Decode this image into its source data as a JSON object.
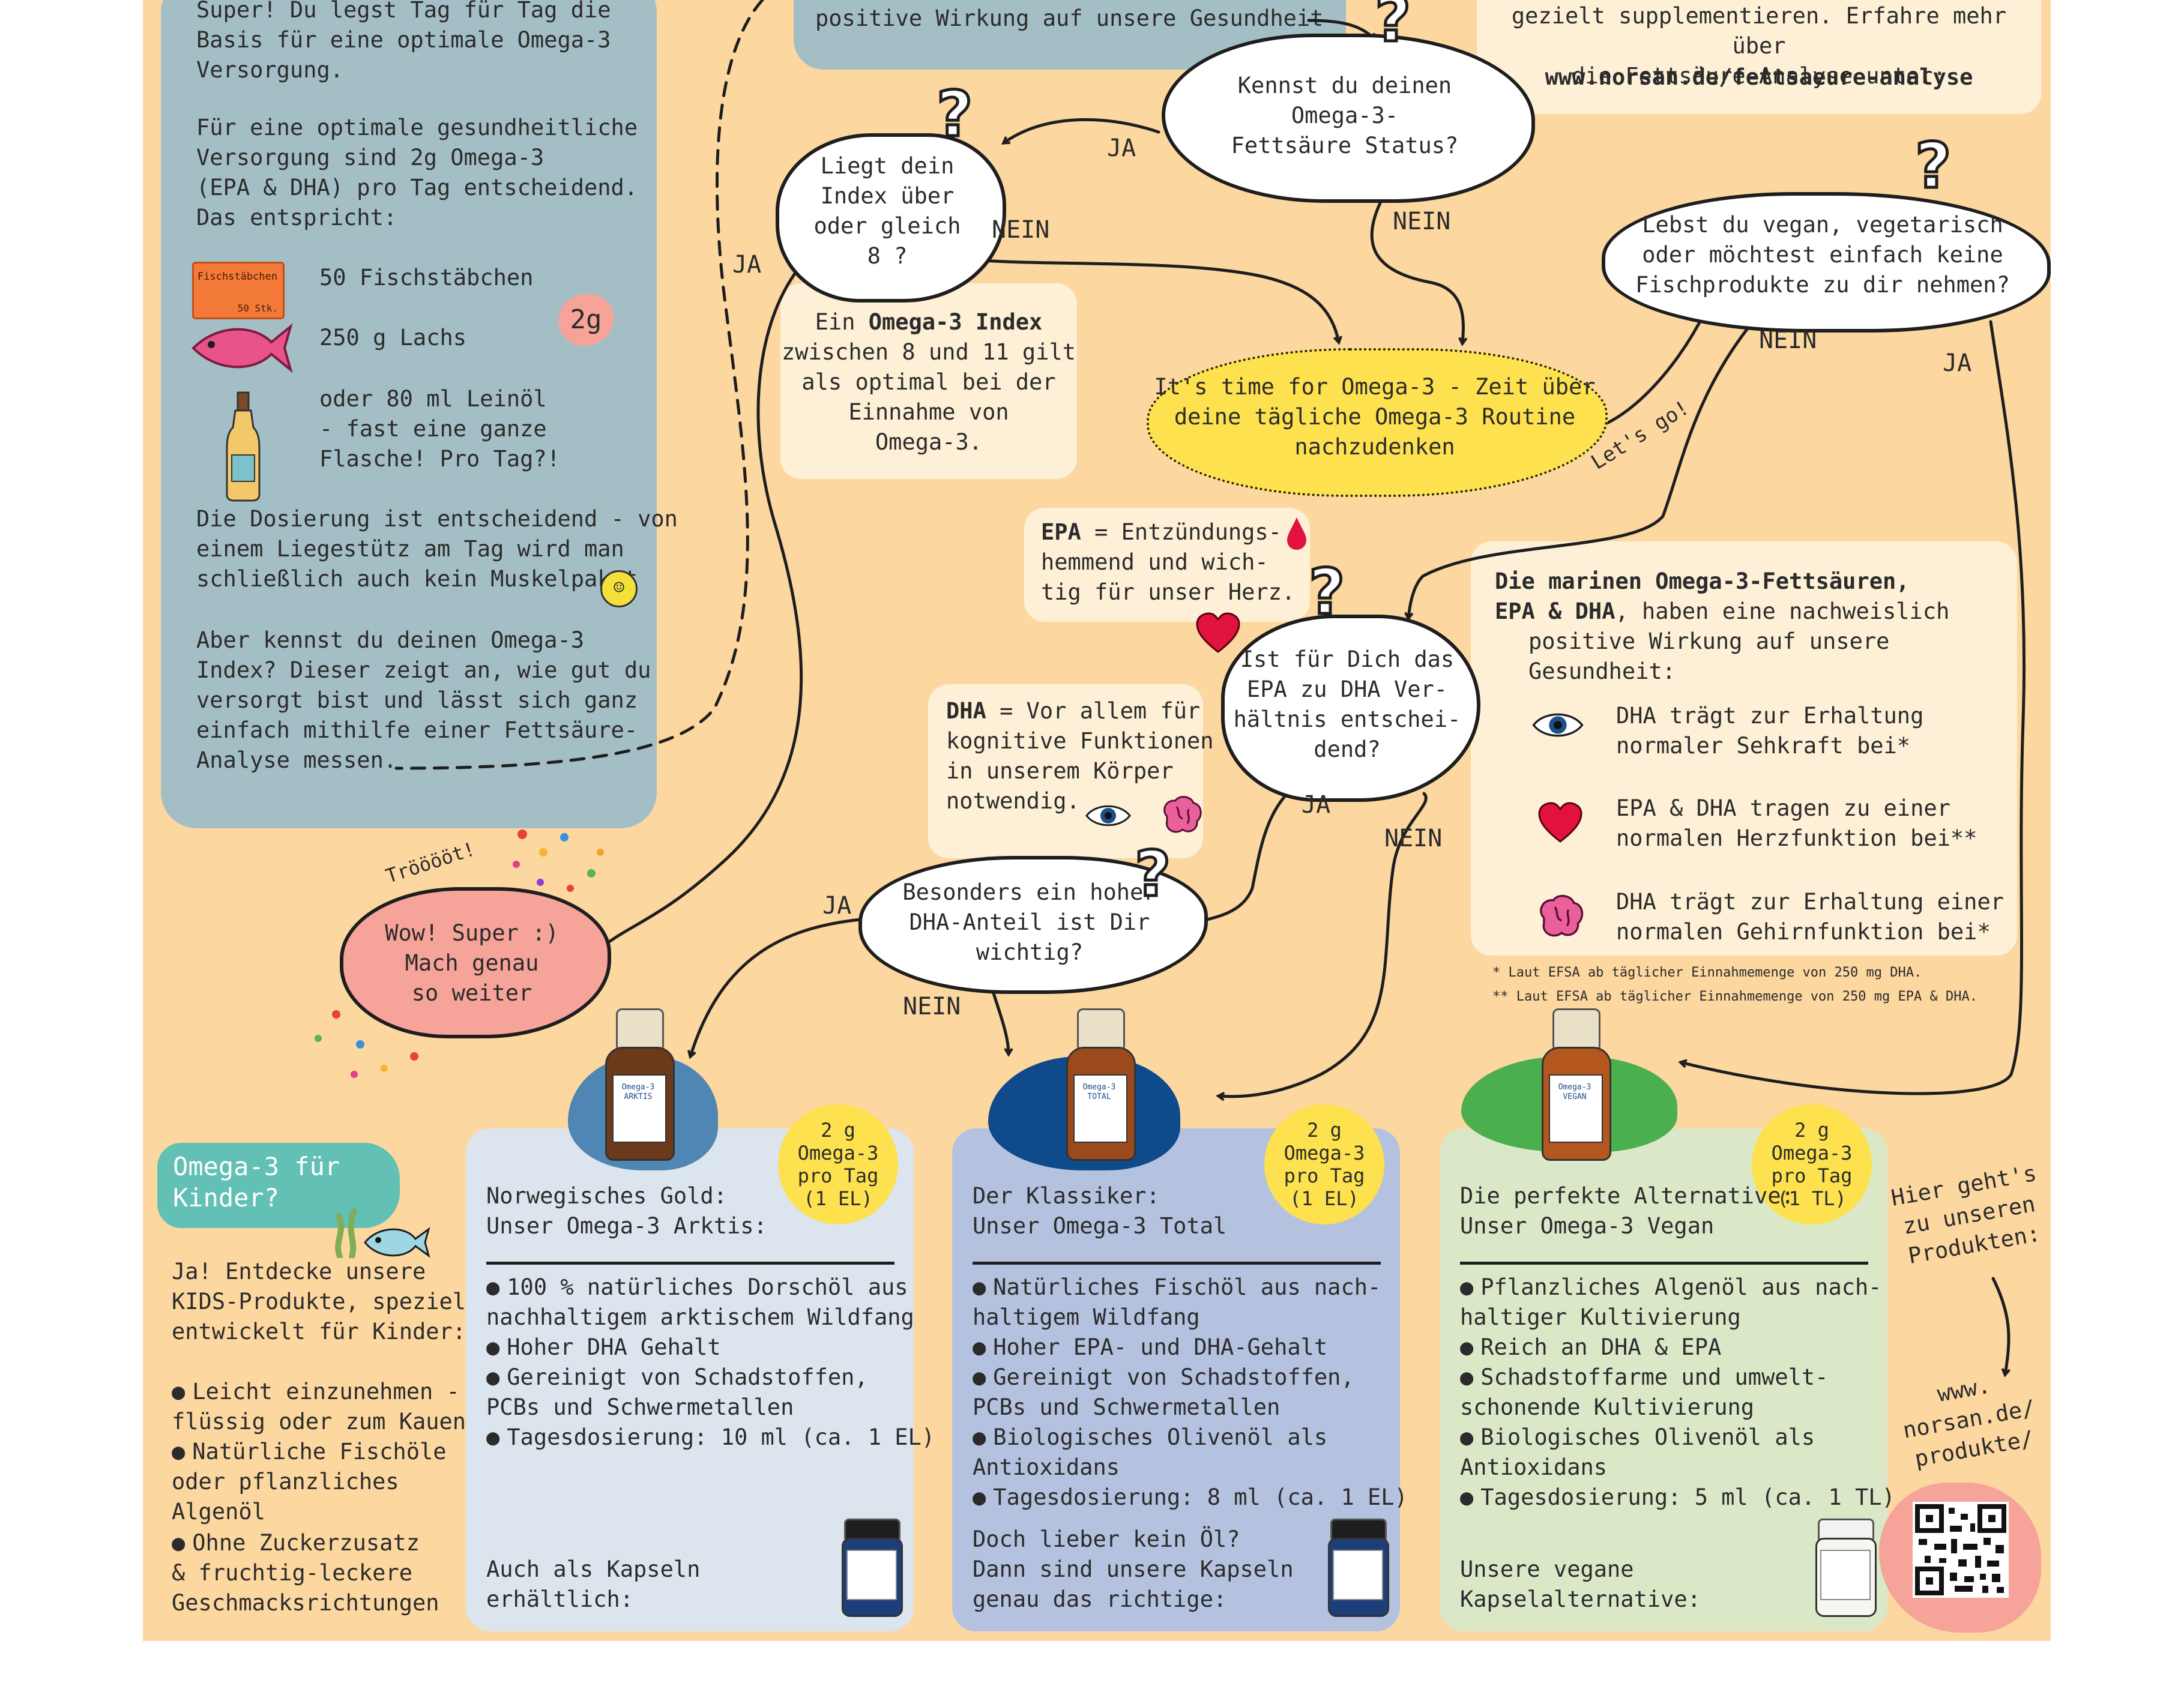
{
  "left_panel": {
    "intro": "Super! Du legst Tag für Tag die\nBasis für eine optimale Omega-3\nVersorgung.",
    "optimal": "Für eine optimale gesundheitliche\nVersorgung sind 2g Omega-3\n(EPA & DHA) pro Tag entscheidend.\nDas entspricht:",
    "fishsticks_box": "Fischstäbchen",
    "fishsticks_count": "50 Stk.",
    "fishsticks": "50 Fischstäbchen",
    "salmon": "250 g Lachs",
    "linseed": "oder 80 ml Leinöl\n- fast eine ganze\nFlasche! Pro Tag?!",
    "badge_2g": "2g",
    "dosage": "Die Dosierung ist entscheidend - von\neinem Liegestütz am Tag wird man\nschließlich auch kein Muskelpaket",
    "index": "Aber kennst du deinen Omega-3\nIndex? Dieser zeigt an, wie gut du\nversorgt bist und lässt sich ganz\neinfach mithilfe einer Fettsäure-\nAnalyse messen."
  },
  "top_blue_box": "positive Wirkung auf unsere Gesundheit",
  "top_right_box": {
    "text": "gezielt supplementieren. Erfahre mehr über\ndie Fettsäure-Analyse unter:",
    "url": "www.norsan.de/fettsaeure-analyse"
  },
  "bubbles": {
    "status": "Kennst du deinen\nOmega-3-\nFettsäure Status?",
    "index": "Liegt dein\nIndex über\noder gleich\n8 ?",
    "vegan": "Lebst du vegan, vegetarisch\noder möchtest einfach keine\nFischprodukte zu dir nehmen?",
    "ratio": "Ist für Dich das\nEPA zu DHA Ver-\nhältnis entschei-\ndend?",
    "dha_high": "Besonders ein hoher\nDHA-Anteil ist Dir\nwichtig?",
    "wow": "Wow! Super :)\nMach genau\nso weiter",
    "time": "It's time for Omega-3 - Zeit über\ndeine tägliche Omega-3 Routine\nnachzudenken"
  },
  "labels": {
    "ja": "JA",
    "nein": "NEIN",
    "lets_go": "Let's go!",
    "troet": "Trööööt!"
  },
  "index_info": {
    "pre": "Ein ",
    "bold": "Omega-3 Index",
    "post": "\nzwischen 8 und 11 gilt\nals optimal bei der\nEinnahme von\nOmega-3."
  },
  "epa_info": {
    "term": "EPA",
    "text": " = Entzündungs-\nhemmend und wich-\ntig für unser Herz."
  },
  "dha_info": {
    "term": "DHA",
    "text": " = Vor allem für\nkognitive Funktionen\nin unserem Körper\nnotwendig."
  },
  "marine": {
    "title_bold": "Die marinen Omega-3-Fettsäuren,\nEPA & DHA",
    "title_rest": ", haben eine nachweislich",
    "rest": "positive Wirkung auf unsere\nGesundheit:",
    "item1": "DHA trägt zur Erhaltung\nnormaler Sehkraft bei*",
    "item2": "EPA & DHA tragen zu einer\nnormalen Herzfunktion bei**",
    "item3": "DHA trägt zur Erhaltung einer\nnormalen Gehirnfunktion bei*",
    "foot1": "* Laut EFSA ab täglicher Einnahmemenge von 250 mg DHA.",
    "foot2": "** Laut EFSA ab täglicher Einnahmemenge von 250 mg EPA & DHA."
  },
  "kids": {
    "title": "Omega-3 für\nKinder?",
    "text": "Ja! Entdecke unsere\nKIDS-Produkte, speziell\nentwickelt für Kinder:",
    "item1": "Leicht einzunehmen -\nflüssig oder zum Kauen",
    "item2": "Natürliche Fischöle\noder pflanzliches\nAlgenöl",
    "item3": "Ohne Zuckerzusatz\n& fruchtig-leckere\nGeschmacksrichtungen"
  },
  "products": [
    {
      "dose": "2 g\nOmega-3\npro Tag\n(1 EL)",
      "title": "Norwegisches Gold:\nUnser Omega-3 Arktis:",
      "bullets": [
        "100 % natürliches Dorschöl aus\nnachhaltigem arktischem Wildfang",
        "Hoher DHA Gehalt",
        "Gereinigt von Schadstoffen,\nPCBs und Schwermetallen",
        "Tagesdosierung: 10 ml (ca. 1 EL)"
      ],
      "footer": "Auch als Kapseln\nerhältlich:",
      "bottle_label": "Omega-3\nARKTIS",
      "color": "#dce5ee",
      "blob": "#4f86b3"
    },
    {
      "dose": "2 g\nOmega-3\npro Tag\n(1 EL)",
      "title": "Der Klassiker:\nUnser Omega-3 Total",
      "bullets": [
        "Natürliches Fischöl aus nach-\nhaltigem Wildfang",
        "Hoher EPA- und DHA-Gehalt",
        "Gereinigt von Schadstoffen,\nPCBs und Schwermetallen",
        "Biologisches Olivenöl als\nAntioxidans",
        "Tagesdosierung: 8 ml (ca. 1 EL)"
      ],
      "footer": "Doch lieber kein Öl?\nDann sind unsere Kapseln\ngenau das richtige:",
      "bottle_label": "Omega-3\nTOTAL",
      "color": "#b4c2df",
      "blob": "#0f4a8a"
    },
    {
      "dose": "2 g\nOmega-3\npro Tag\n(1 TL)",
      "title": "Die perfekte Alternative:\nUnser Omega-3 Vegan",
      "bullets": [
        "Pflanzliches Algenöl aus nach-\nhaltiger Kultivierung",
        "Reich an DHA & EPA",
        "Schadstoffarme und umwelt-\nschonende Kultivierung",
        "Biologisches Olivenöl als\nAntioxidans",
        "Tagesdosierung: 5 ml (ca. 1 TL)"
      ],
      "footer": "Unsere vegane\nKapselalternative:",
      "bottle_label": "Omega-3\nVEGAN",
      "color": "#dbe8c8",
      "blob": "#4caf4f"
    }
  ],
  "shop": {
    "text": "Hier geht's\nzu unseren\nProdukten:",
    "url": "www.\nnorsan.de/\nprodukte/"
  },
  "colors": {
    "background": "#fcd7a0",
    "blue_panel": "#a4bec6",
    "cream": "#fdf0d6",
    "yellow": "#fde14f",
    "pink": "#f6a39a",
    "teal": "#62c0b4"
  }
}
